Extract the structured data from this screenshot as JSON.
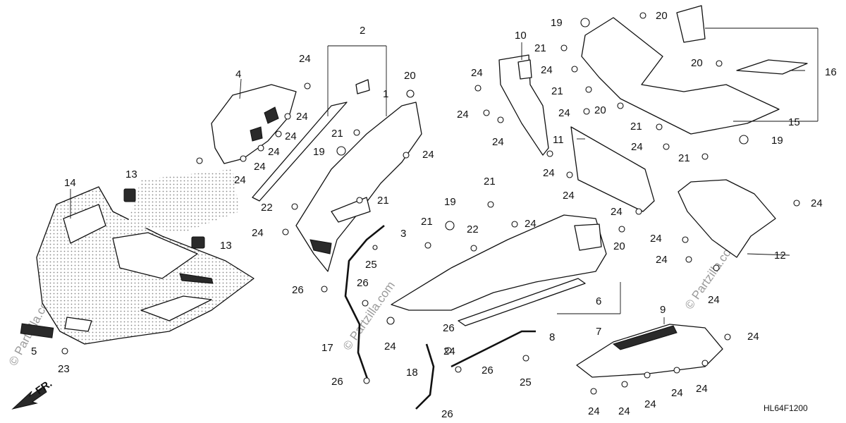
{
  "diagram_code": "HL64F1200",
  "direction_label": "FR.",
  "watermark": "© Partzilla.com",
  "colors": {
    "line": "#111111",
    "dots": "#888888",
    "watermark": "#9a9a9a"
  },
  "callouts": [
    {
      "id": "c2",
      "text": "2"
    },
    {
      "id": "c1",
      "text": "1"
    },
    {
      "id": "c20a",
      "text": "20"
    },
    {
      "id": "c24a",
      "text": "24"
    },
    {
      "id": "c4",
      "text": "4"
    },
    {
      "id": "c24b",
      "text": "24"
    },
    {
      "id": "c24c",
      "text": "24"
    },
    {
      "id": "c24d",
      "text": "24"
    },
    {
      "id": "c24e",
      "text": "24"
    },
    {
      "id": "c24f",
      "text": "24"
    },
    {
      "id": "c21a",
      "text": "21"
    },
    {
      "id": "c19a",
      "text": "19"
    },
    {
      "id": "c24g",
      "text": "24"
    },
    {
      "id": "c13a",
      "text": "13"
    },
    {
      "id": "c14",
      "text": "14"
    },
    {
      "id": "c21b",
      "text": "21"
    },
    {
      "id": "c22a",
      "text": "22"
    },
    {
      "id": "c24h",
      "text": "24"
    },
    {
      "id": "c3",
      "text": "3"
    },
    {
      "id": "c13b",
      "text": "13"
    },
    {
      "id": "c25a",
      "text": "25"
    },
    {
      "id": "c26a",
      "text": "26"
    },
    {
      "id": "c26b",
      "text": "26"
    },
    {
      "id": "c5",
      "text": "5"
    },
    {
      "id": "c23",
      "text": "23"
    },
    {
      "id": "c17",
      "text": "17"
    },
    {
      "id": "c26c",
      "text": "26"
    },
    {
      "id": "c10",
      "text": "10"
    },
    {
      "id": "c24i",
      "text": "24"
    },
    {
      "id": "c24j",
      "text": "24"
    },
    {
      "id": "c24k",
      "text": "24"
    },
    {
      "id": "c19b",
      "text": "19"
    },
    {
      "id": "c20b",
      "text": "20"
    },
    {
      "id": "c21c",
      "text": "21"
    },
    {
      "id": "c24l",
      "text": "24"
    },
    {
      "id": "c21d",
      "text": "21"
    },
    {
      "id": "c20c",
      "text": "20"
    },
    {
      "id": "c16",
      "text": "16"
    },
    {
      "id": "c24m",
      "text": "24"
    },
    {
      "id": "c20d",
      "text": "20"
    },
    {
      "id": "c11",
      "text": "11"
    },
    {
      "id": "c15",
      "text": "15"
    },
    {
      "id": "c21e",
      "text": "21"
    },
    {
      "id": "c24n",
      "text": "24"
    },
    {
      "id": "c21f",
      "text": "21"
    },
    {
      "id": "c19c",
      "text": "19"
    },
    {
      "id": "c24o",
      "text": "24"
    },
    {
      "id": "c24p",
      "text": "24"
    },
    {
      "id": "c21g",
      "text": "21"
    },
    {
      "id": "c19d",
      "text": "19"
    },
    {
      "id": "c24q",
      "text": "24"
    },
    {
      "id": "c21h",
      "text": "21"
    },
    {
      "id": "c22b",
      "text": "22"
    },
    {
      "id": "c24r",
      "text": "24"
    },
    {
      "id": "c24s",
      "text": "24"
    },
    {
      "id": "c20e",
      "text": "20"
    },
    {
      "id": "c24t",
      "text": "24"
    },
    {
      "id": "c12",
      "text": "12"
    },
    {
      "id": "c24u",
      "text": "24"
    },
    {
      "id": "c24v",
      "text": "24"
    },
    {
      "id": "c6",
      "text": "6"
    },
    {
      "id": "c7",
      "text": "7"
    },
    {
      "id": "c24w",
      "text": "24"
    },
    {
      "id": "c26d",
      "text": "26"
    },
    {
      "id": "c24x",
      "text": "24"
    },
    {
      "id": "c8",
      "text": "8"
    },
    {
      "id": "c26e",
      "text": "26"
    },
    {
      "id": "c18",
      "text": "18"
    },
    {
      "id": "c25b",
      "text": "25"
    },
    {
      "id": "c26f",
      "text": "26"
    },
    {
      "id": "c9",
      "text": "9"
    },
    {
      "id": "c24y",
      "text": "24"
    },
    {
      "id": "c24z",
      "text": "24"
    },
    {
      "id": "c24aa",
      "text": "24"
    },
    {
      "id": "c24ab",
      "text": "24"
    },
    {
      "id": "c24ac",
      "text": "24"
    },
    {
      "id": "c24ad",
      "text": "24"
    }
  ]
}
